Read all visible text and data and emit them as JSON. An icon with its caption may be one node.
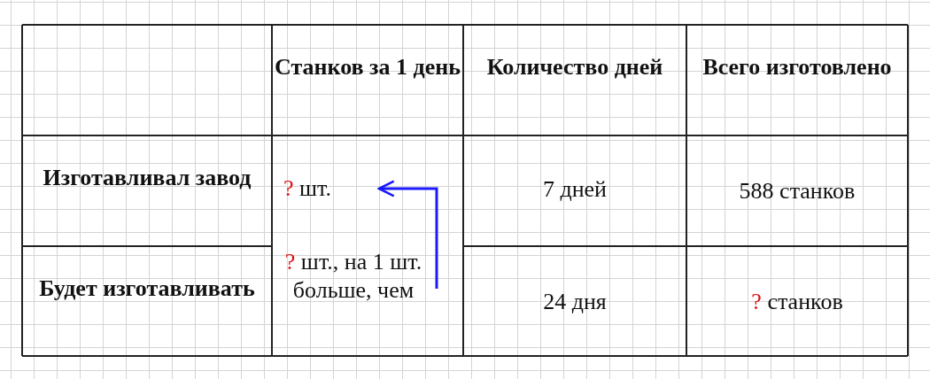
{
  "diagram": {
    "nodes": [
      {
        "text": [
          "?",
          "шт."
        ]
      },
      {
        "text": [
          "?",
          "шт., на 1 шт. больше, чем"
        ]
      },
      {
        "text": [
          "?",
          "станков"
        ]
      }
    ],
    "edges": [
      {
        "from": 1,
        "to": 0,
        "arrow": "to",
        "color": "#1a1aff"
      }
    ],
    "labels": [
      "Станков за 1 день",
      "Количество дней",
      "Всего изготовлено",
      "Изготавливал завод",
      "7 дней",
      "588 станков",
      "Будет изготавливать",
      "24 дня"
    ]
  }
}
